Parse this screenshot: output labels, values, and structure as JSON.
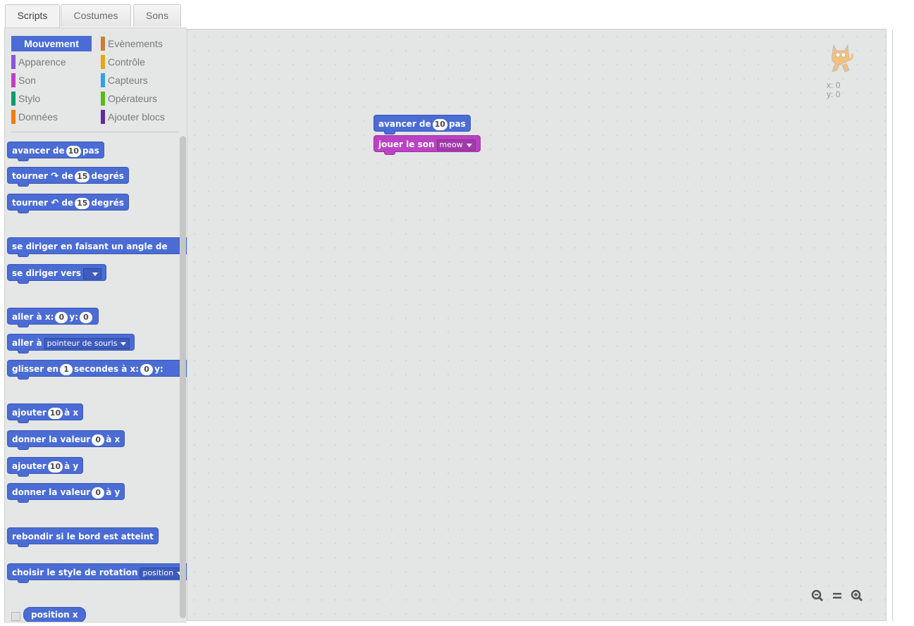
{
  "tabs": [
    "Scripts",
    "Costumes",
    "Sons"
  ],
  "categories": {
    "left": [
      {
        "label": "Mouvement",
        "color": "#4a6cd4",
        "active": true
      },
      {
        "label": "Apparence",
        "color": "#8a55d7"
      },
      {
        "label": "Son",
        "color": "#bb42c3"
      },
      {
        "label": "Stylo",
        "color": "#0e9a6c"
      },
      {
        "label": "Données",
        "color": "#ee7d16"
      }
    ],
    "right": [
      {
        "label": "Evènements",
        "color": "#c88330"
      },
      {
        "label": "Contrôle",
        "color": "#e1a91a"
      },
      {
        "label": "Capteurs",
        "color": "#2ca5e2"
      },
      {
        "label": "Opérateurs",
        "color": "#5cb712"
      },
      {
        "label": "Ajouter blocs",
        "color": "#632d99"
      }
    ]
  },
  "palette_blocks": {
    "move": {
      "t1": "avancer de",
      "n1": "10",
      "t2": "pas"
    },
    "turn_right": {
      "t1": "tourner",
      "t2": "de",
      "n1": "15",
      "t3": "degrés"
    },
    "turn_left": {
      "t1": "tourner",
      "t2": "de",
      "n1": "15",
      "t3": "degrés"
    },
    "point_direction": {
      "t1": "se diriger en faisant un angle de"
    },
    "point_towards": {
      "t1": "se diriger vers"
    },
    "goto_xy": {
      "t1": "aller à x:",
      "n1": "0",
      "t2": "y:",
      "n2": "0"
    },
    "goto": {
      "t1": "aller à",
      "d1": "pointeur de souris"
    },
    "glide": {
      "t1": "glisser en",
      "n1": "1",
      "t2": "secondes à x:",
      "n2": "0",
      "t3": "y:"
    },
    "change_x": {
      "t1": "ajouter",
      "n1": "10",
      "t2": "à x"
    },
    "set_x": {
      "t1": "donner la valeur",
      "n1": "0",
      "t2": "à x"
    },
    "change_y": {
      "t1": "ajouter",
      "n1": "10",
      "t2": "à y"
    },
    "set_y": {
      "t1": "donner la valeur",
      "n1": "0",
      "t2": "à y"
    },
    "bounce": {
      "t1": "rebondir si le bord est atteint"
    },
    "rotation_style": {
      "t1": "choisir le style de rotation",
      "d1": "position"
    },
    "x_position": {
      "t1": "position x"
    }
  },
  "script": {
    "move": {
      "t1": "avancer de",
      "n1": "10",
      "t2": "pas"
    },
    "sound": {
      "t1": "jouer le son",
      "d1": "meow"
    }
  },
  "sprite_info": {
    "x_label": "x:",
    "x": "0",
    "y_label": "y:",
    "y": "0"
  },
  "zoom": {
    "out": "zoom-out",
    "reset": "=",
    "in": "zoom-in"
  }
}
